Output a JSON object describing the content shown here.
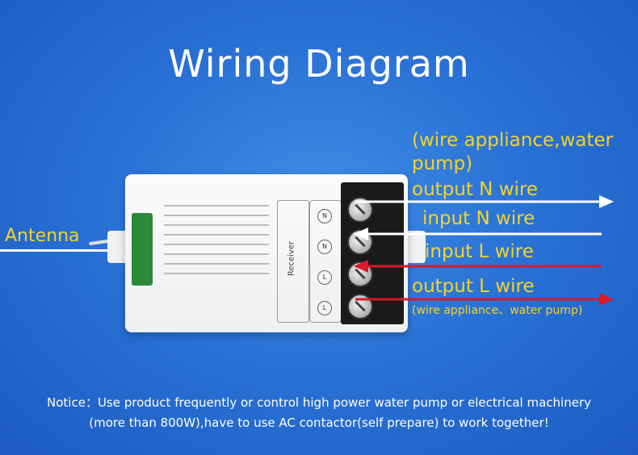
{
  "title": "Wiring Diagram",
  "labels": {
    "wire_appliance_top": "(wire appliance,water\npump)",
    "output_n": "output N wire",
    "input_n": "input N wire",
    "input_l": "input L wire",
    "output_l": "output L wire",
    "wire_appliance_bottom": "(wire appliance、water pump)",
    "antenna": "Antenna"
  },
  "device": {
    "terminals": [
      "N",
      "N",
      "L",
      "L"
    ],
    "label_text": "Receiver"
  },
  "notice": {
    "line1": "Notice：Use product frequently or control high power water pump or electrical  machinery",
    "line2": "(more than 800W),have to use AC contactor(self prepare) to work together!"
  },
  "colors": {
    "background": "#2a72d6",
    "label_yellow": "#f5d327",
    "wire_white": "#ffffff",
    "wire_red": "#d91a2a"
  }
}
